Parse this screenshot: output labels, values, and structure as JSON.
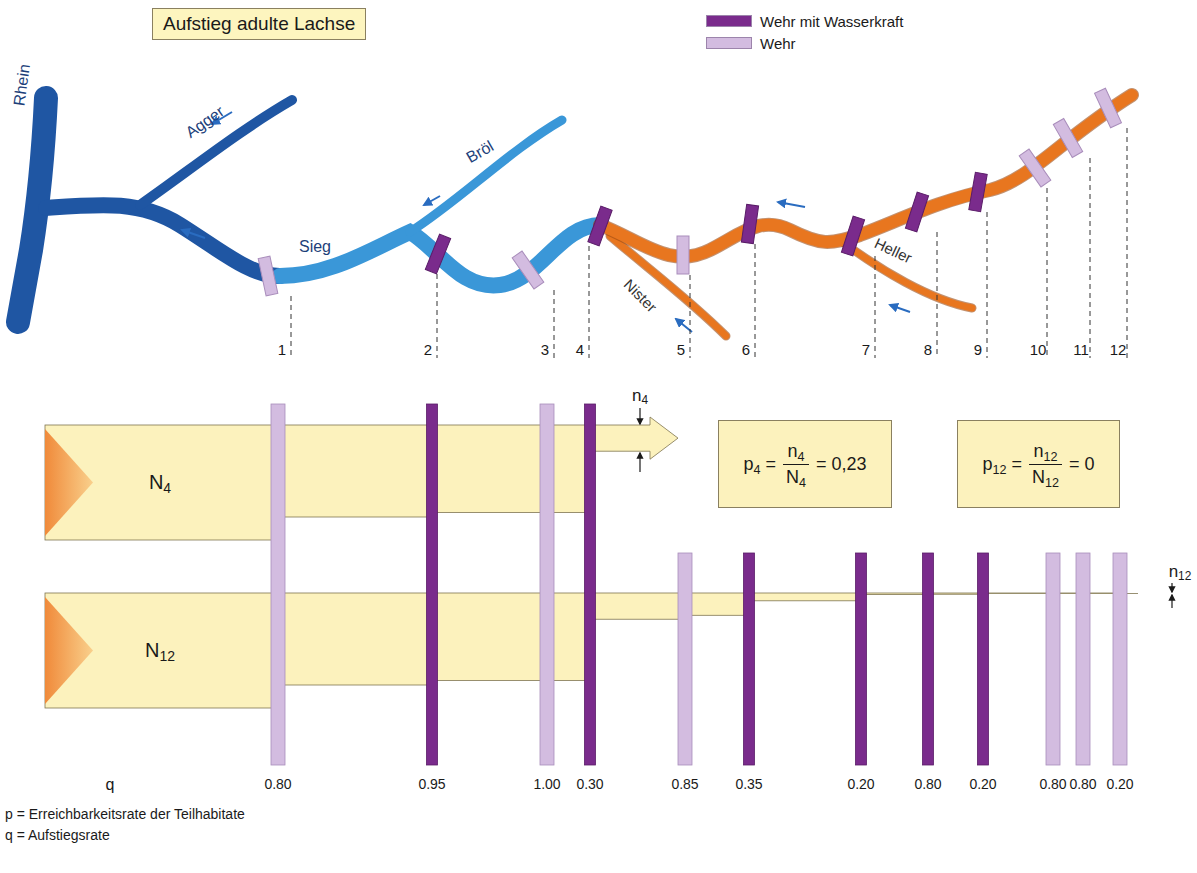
{
  "diagram": {
    "title": "Aufstieg adulte Lachse",
    "nodes": [
      {
        "text": [
          "p4 =",
          "n4",
          "N4",
          "= 0,23"
        ]
      },
      {
        "text": [
          "p12 =",
          "n12",
          "N12",
          "= 0"
        ]
      }
    ],
    "labels": [
      "Rhein",
      "Agger",
      "Bröl",
      "Sieg",
      "Nister",
      "Heller",
      "1",
      "2",
      "3",
      "4",
      "5",
      "6",
      "7",
      "8",
      "9",
      "10",
      "11",
      "12",
      "N4",
      "N12",
      "n4",
      "n12",
      "q",
      "0.80",
      "0.95",
      "1.00",
      "0.30",
      "0.85",
      "0.35",
      "0.20",
      "0.80",
      "0.20",
      "0.80",
      "0.80",
      "0.20",
      "p = Erreichbarkeitsrate der Teilhabitate",
      "q = Aufstiegsrate"
    ],
    "legend": [
      {
        "text": "Wehr mit Wasserkraft",
        "color": "#7a2b8c"
      },
      {
        "text": "Wehr",
        "color": "#d3bce0"
      }
    ]
  }
}
